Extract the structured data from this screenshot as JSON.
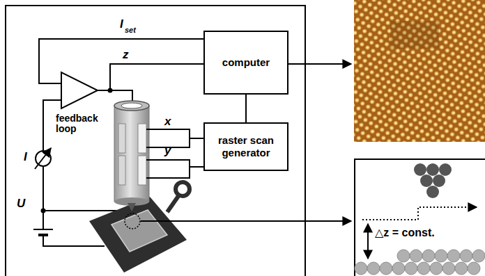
{
  "diagram": {
    "nodes": [
      {
        "text": [
          "computer"
        ]
      },
      {
        "text": [
          "raster scan generator"
        ]
      }
    ],
    "edges": [
      {
        "from": 0,
        "to": 1,
        "arrow": "none"
      }
    ],
    "labels": [
      "I",
      "set",
      "z",
      "x",
      "y",
      "feedback loop",
      "I",
      "U",
      "△z = const."
    ]
  }
}
